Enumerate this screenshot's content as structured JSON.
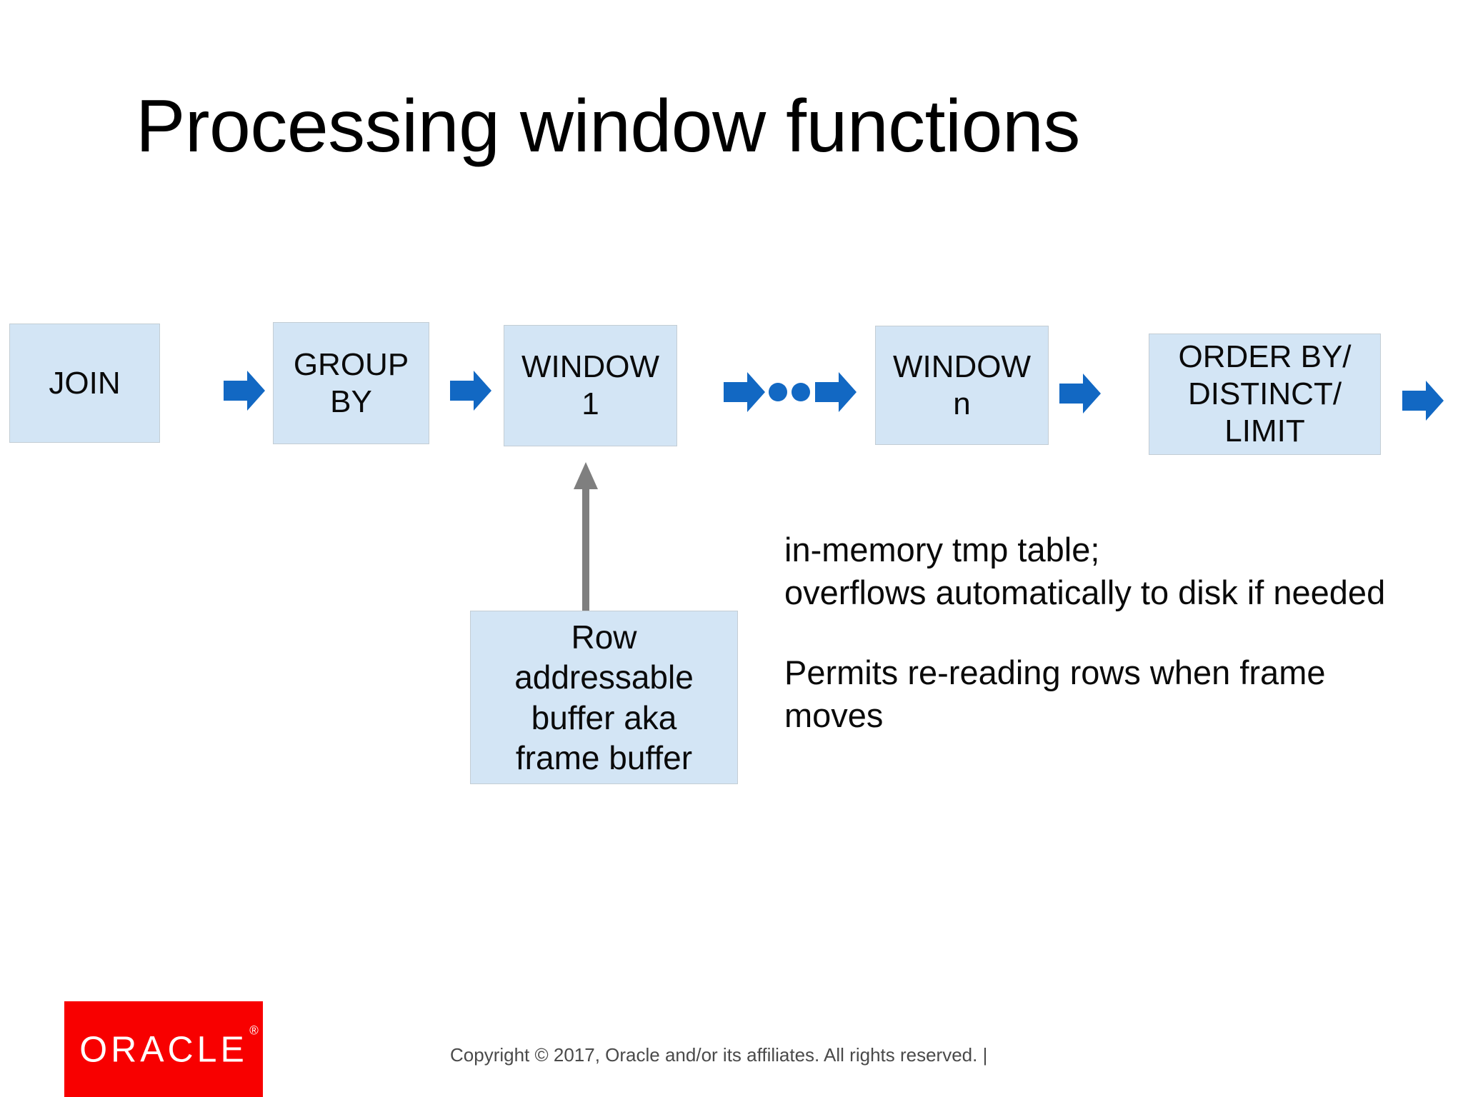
{
  "slide": {
    "title": "Processing window functions",
    "background_color": "#ffffff"
  },
  "palette": {
    "box_fill": "#d3e5f5",
    "box_border": "#c3cdd4",
    "arrow_blue": "#1268c3",
    "connector_gray": "#7f7f7f",
    "oracle_red": "#f80000",
    "text": "#000000"
  },
  "pipeline": {
    "stages": [
      {
        "id": "join",
        "label": "JOIN"
      },
      {
        "id": "group-by",
        "label": "GROUP\nBY"
      },
      {
        "id": "window-1",
        "label": "WINDOW\n1"
      },
      {
        "id": "window-n",
        "label": "WINDOW\nn"
      },
      {
        "id": "order-by",
        "label": "ORDER BY/\nDISTINCT/\nLIMIT"
      }
    ],
    "ellipsis_dots": 2,
    "arrow_count": 6
  },
  "buffer": {
    "label": "Row\naddressable\nbuffer aka\nframe buffer"
  },
  "notes": [
    {
      "id": "tmp-table",
      "text": "in-memory tmp table;\noverflows automatically to disk if needed"
    },
    {
      "id": "permits",
      "text": "Permits re-reading rows when frame moves"
    }
  ],
  "footer": {
    "logo_text": "ORACLE",
    "logo_registered_mark": "®",
    "copyright": "Copyright © 2017, Oracle and/or its affiliates. All rights reserved.  |"
  }
}
